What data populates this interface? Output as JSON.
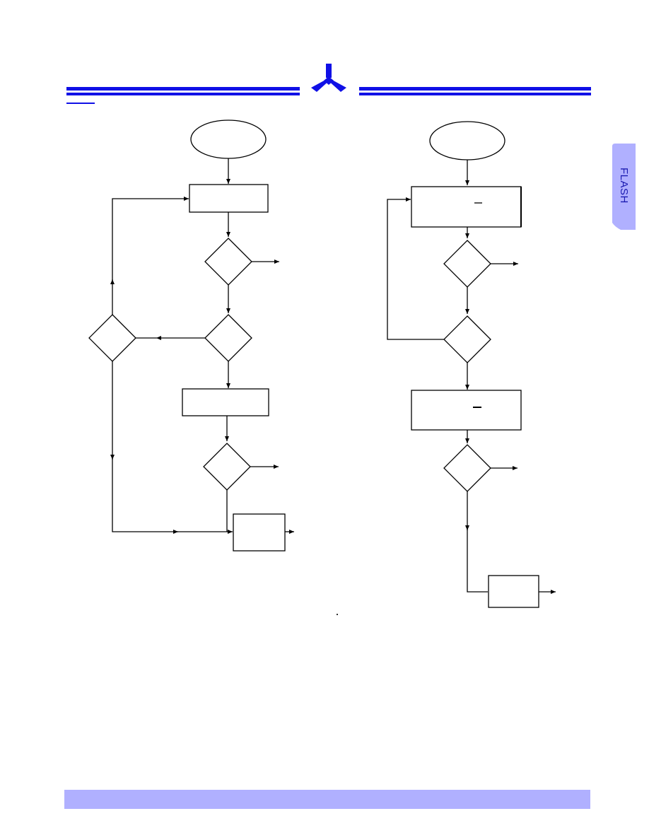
{
  "header": {
    "accent_color": "#1010e6",
    "logo_icon": "tri-y-logo-icon"
  },
  "side_tab": {
    "label": "FLASH",
    "color": "#b0b0ff"
  },
  "footer": {
    "color": "#b0b0ff"
  },
  "flowcharts": {
    "left": {
      "shapes": [
        "start-ellipse",
        "process-box",
        "decision",
        "decision",
        "decision",
        "process-box",
        "decision",
        "end-box"
      ]
    },
    "right": {
      "shapes": [
        "start-ellipse",
        "process-box",
        "decision",
        "decision",
        "process-box",
        "decision",
        "end-box"
      ]
    }
  }
}
